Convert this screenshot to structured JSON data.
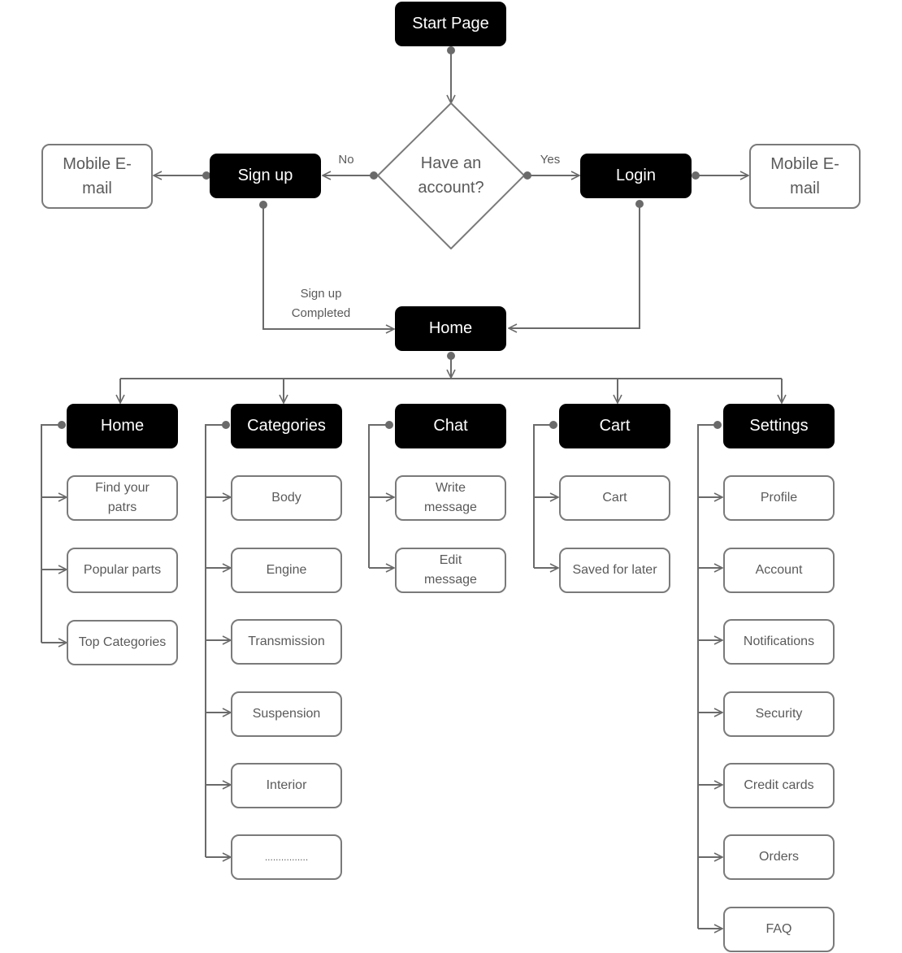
{
  "flow": {
    "start": "Start Page",
    "decision": "Have an account?",
    "decision_no": "No",
    "decision_yes": "Yes",
    "signup": "Sign up",
    "login": "Login",
    "signup_options": "Mobile E-mail",
    "login_options": "Mobile E-mail",
    "signup_completed": "Sign up Completed",
    "home": "Home"
  },
  "sections": [
    {
      "title": "Home",
      "items": [
        "Find your patrs",
        "Popular parts",
        "Top Categories"
      ]
    },
    {
      "title": "Categories",
      "items": [
        "Body",
        "Engine",
        "Transmission",
        "Suspension",
        "Interior",
        "................"
      ]
    },
    {
      "title": "Chat",
      "items": [
        "Write message",
        "Edit message"
      ]
    },
    {
      "title": "Cart",
      "items": [
        "Cart",
        "Saved for later"
      ]
    },
    {
      "title": "Settings",
      "items": [
        "Profile",
        "Account",
        "Notifications",
        "Security",
        "Credit cards",
        "Orders",
        "FAQ"
      ]
    }
  ],
  "colors": {
    "dark_node": "#000000",
    "line": "#6a6a6a",
    "text": "#5a5a5a"
  }
}
